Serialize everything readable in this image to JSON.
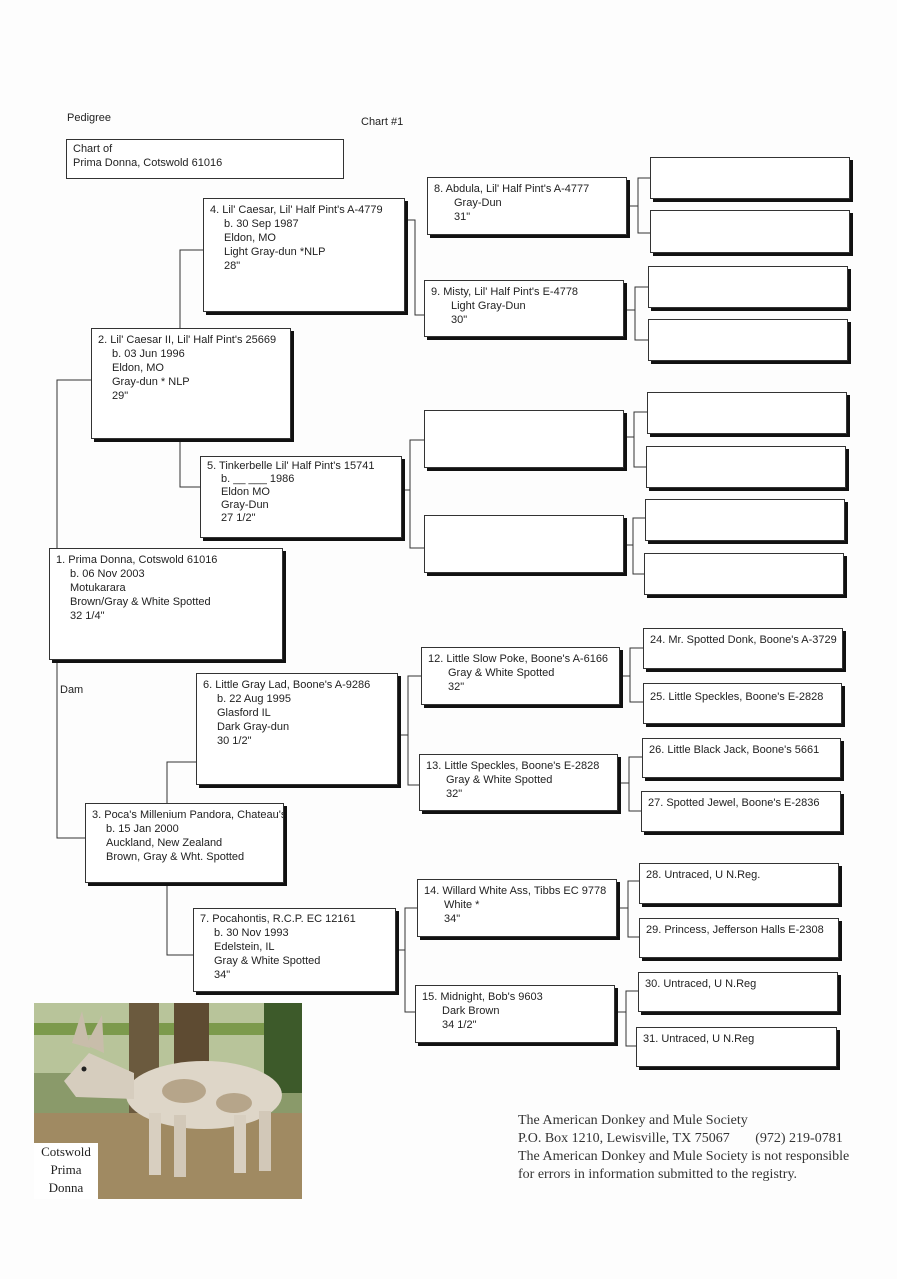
{
  "header": {
    "pedigree_label": "Pedigree",
    "chart_number": "Chart #1",
    "chart_of_label": "Chart of",
    "chart_of_name": "Prima Donna, Cotswold 61016",
    "dam_label": "Dam"
  },
  "animals": {
    "a1": {
      "name": "1. Prima Donna, Cotswold 61016",
      "birth": "b. 06 Nov 2003",
      "place": "Motukarara",
      "color": "Brown/Gray & White Spotted",
      "height": "32 1/4\""
    },
    "a2": {
      "name": "2. Lil' Caesar II, Lil' Half Pint's 25669",
      "birth": "b. 03 Jun 1996",
      "place": "Eldon, MO",
      "color": "Gray-dun * NLP",
      "height": "29\""
    },
    "a3": {
      "name": "3. Poca's Millenium Pandora, Chateau's",
      "birth": "b. 15 Jan 2000",
      "place": "Auckland, New Zealand",
      "color": "Brown, Gray & Wht. Spotted"
    },
    "a4": {
      "name": "4. Lil' Caesar, Lil' Half Pint's A-4779",
      "birth": "b. 30 Sep 1987",
      "place": "Eldon, MO",
      "color": "Light Gray-dun *NLP",
      "height": "28\""
    },
    "a5": {
      "name": "5. Tinkerbelle Lil' Half Pint's 15741",
      "birth": "b. __ ___ 1986",
      "place": "Eldon MO",
      "color": "Gray-Dun",
      "height": "27 1/2\""
    },
    "a6": {
      "name": "6. Little Gray Lad, Boone's A-9286",
      "birth": "b. 22 Aug 1995",
      "place": "Glasford IL",
      "color": "Dark Gray-dun",
      "height": "30 1/2\""
    },
    "a7": {
      "name": "7. Pocahontis, R.C.P. EC 12161",
      "birth": "b. 30 Nov 1993",
      "place": "Edelstein, IL",
      "color": "Gray & White Spotted",
      "height": "34\""
    },
    "a8": {
      "name": "8. Abdula, Lil' Half Pint's A-4777",
      "color": "Gray-Dun",
      "height": "31\""
    },
    "a9": {
      "name": "9. Misty, Lil' Half Pint's E-4778",
      "color": "Light Gray-Dun",
      "height": "30\""
    },
    "a12": {
      "name": "12. Little Slow Poke, Boone's A-6166",
      "color": "Gray & White Spotted",
      "height": "32\""
    },
    "a13": {
      "name": "13. Little Speckles, Boone's E-2828",
      "color": "Gray & White Spotted",
      "height": "32\""
    },
    "a14": {
      "name": "14. Willard White Ass, Tibbs EC 9778",
      "color": "White *",
      "height": "34\""
    },
    "a15": {
      "name": "15. Midnight, Bob's 9603",
      "color": "Dark Brown",
      "height": "34 1/2\""
    },
    "a24": {
      "name": "24. Mr. Spotted Donk, Boone's A-3729"
    },
    "a25": {
      "name": "25. Little Speckles, Boone's E-2828"
    },
    "a26": {
      "name": "26. Little Black Jack, Boone's 5661"
    },
    "a27": {
      "name": "27. Spotted Jewel, Boone's E-2836"
    },
    "a28": {
      "name": "28. Untraced, U N.Reg."
    },
    "a29": {
      "name": "29. Princess, Jefferson Halls E-2308"
    },
    "a30": {
      "name": "30. Untraced, U N.Reg"
    },
    "a31": {
      "name": "31. Untraced, U N.Reg"
    }
  },
  "photo": {
    "caption_line1": "Cotswold",
    "caption_line2": "Prima",
    "caption_line3": "Donna"
  },
  "society": {
    "name": "The American Donkey and Mule Society",
    "address": "P.O. Box 1210, Lewisville, TX 75067",
    "phone": "(972) 219-0781",
    "disclaimer1": "The American Donkey and Mule Society is not responsible",
    "disclaimer2": "for errors in information submitted to the registry."
  }
}
